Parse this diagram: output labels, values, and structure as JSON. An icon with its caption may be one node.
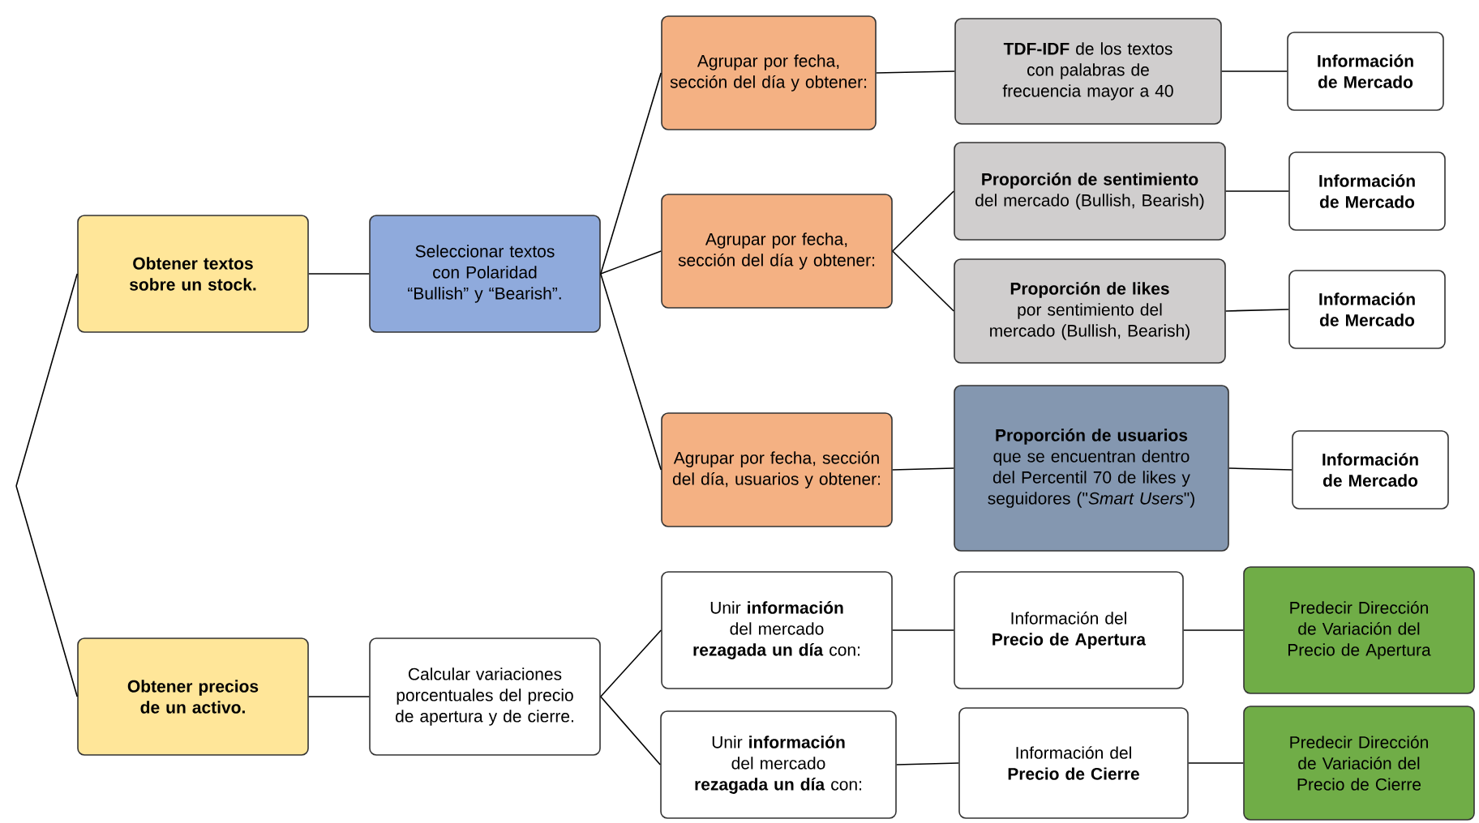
{
  "diagram": {
    "nodes": [
      {
        "text": [
          "Obtener textos sobre un stock."
        ]
      },
      {
        "text": [
          "Seleccionar textos con Polaridad “Bullish” y “Bearish”."
        ]
      },
      {
        "text": [
          "Agrupar por fecha, sección del día y obtener:"
        ]
      },
      {
        "text": [
          "**TDF-IDF** de los textos con palabras de frecuencia mayor a 40"
        ]
      },
      {
        "text": [
          "Información de Mercado"
        ]
      },
      {
        "text": [
          "Agrupar por fecha, sección del día y obtener:"
        ]
      },
      {
        "text": [
          "**Proporción de sentimiento** del mercado (Bullish, Bearish)"
        ]
      },
      {
        "text": [
          "Información de Mercado"
        ]
      },
      {
        "text": [
          "**Proporción de likes** por sentimiento del mercado (Bullish, Bearish)"
        ]
      },
      {
        "text": [
          "Información de Mercado"
        ]
      },
      {
        "text": [
          "Agrupar por fecha, sección del día, usuarios y obtener:"
        ]
      },
      {
        "text": [
          "**Proporción de usuarios** que se encuentran dentro del Percentil 70 de likes y seguidores (\"*Smart Users*\")"
        ]
      },
      {
        "text": [
          "Información de Mercado"
        ]
      },
      {
        "text": [
          "Obtener precios de un activo."
        ]
      },
      {
        "text": [
          "Calcular variaciones porcentuales del precio de apertura y de cierre."
        ]
      },
      {
        "text": [
          "Unir **información** del mercado **rezagada un día** con:"
        ]
      },
      {
        "text": [
          "Información del **Precio de Apertura**"
        ]
      },
      {
        "text": [
          "Predecir Dirección de Variación del Precio de Apertura"
        ]
      },
      {
        "text": [
          "Unir **información** del mercado **rezagada un día** con:"
        ]
      },
      {
        "text": [
          "Información del **Precio de Cierre**"
        ]
      },
      {
        "text": [
          "Predecir Dirección de Variación del Precio de Cierre"
        ]
      }
    ],
    "edges": [
      {
        "from": null,
        "to": 0,
        "arrow": "none"
      },
      {
        "from": null,
        "to": 13,
        "arrow": "none"
      },
      {
        "from": 0,
        "to": 1,
        "arrow": "none"
      },
      {
        "from": 1,
        "to": 2,
        "arrow": "none"
      },
      {
        "from": 1,
        "to": 5,
        "arrow": "none"
      },
      {
        "from": 1,
        "to": 10,
        "arrow": "none"
      },
      {
        "from": 2,
        "to": 3,
        "arrow": "none"
      },
      {
        "from": 3,
        "to": 4,
        "arrow": "none"
      },
      {
        "from": 5,
        "to": 6,
        "arrow": "none"
      },
      {
        "from": 5,
        "to": 8,
        "arrow": "none"
      },
      {
        "from": 6,
        "to": 7,
        "arrow": "none"
      },
      {
        "from": 8,
        "to": 9,
        "arrow": "none"
      },
      {
        "from": 10,
        "to": 11,
        "arrow": "none"
      },
      {
        "from": 11,
        "to": 12,
        "arrow": "none"
      },
      {
        "from": 13,
        "to": 14,
        "arrow": "none"
      },
      {
        "from": 14,
        "to": 15,
        "arrow": "none"
      },
      {
        "from": 14,
        "to": 18,
        "arrow": "none"
      },
      {
        "from": 15,
        "to": 16,
        "arrow": "none"
      },
      {
        "from": 16,
        "to": 17,
        "arrow": "none"
      },
      {
        "from": 18,
        "to": 19,
        "arrow": "none"
      },
      {
        "from": 19,
        "to": 20,
        "arrow": "none"
      }
    ]
  }
}
